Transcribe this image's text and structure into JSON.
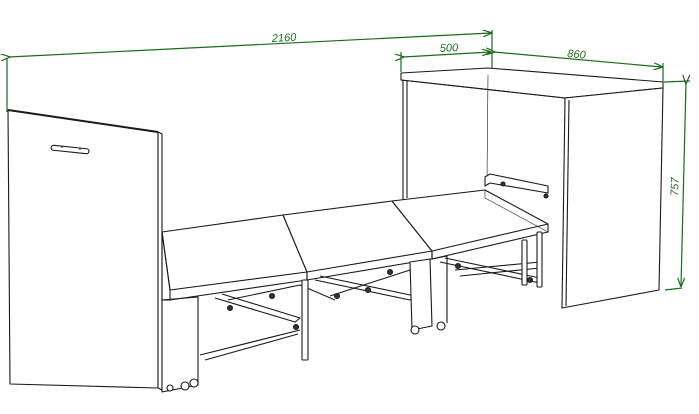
{
  "diagram": {
    "subject": "folding bed cabinet (bed unfolded from cabinet)",
    "colors": {
      "line": "#1a1a1a",
      "dimension": "#1a6b1a",
      "background": "#ffffff"
    },
    "dimensions": {
      "total_length": "2160",
      "cabinet_depth": "500",
      "cabinet_width": "860",
      "cabinet_height": "757"
    },
    "parts": [
      "headboard-panel",
      "handle",
      "mattress-section-1",
      "mattress-section-2",
      "mattress-section-3",
      "cabinet",
      "folding-frame",
      "legs",
      "casters"
    ]
  }
}
